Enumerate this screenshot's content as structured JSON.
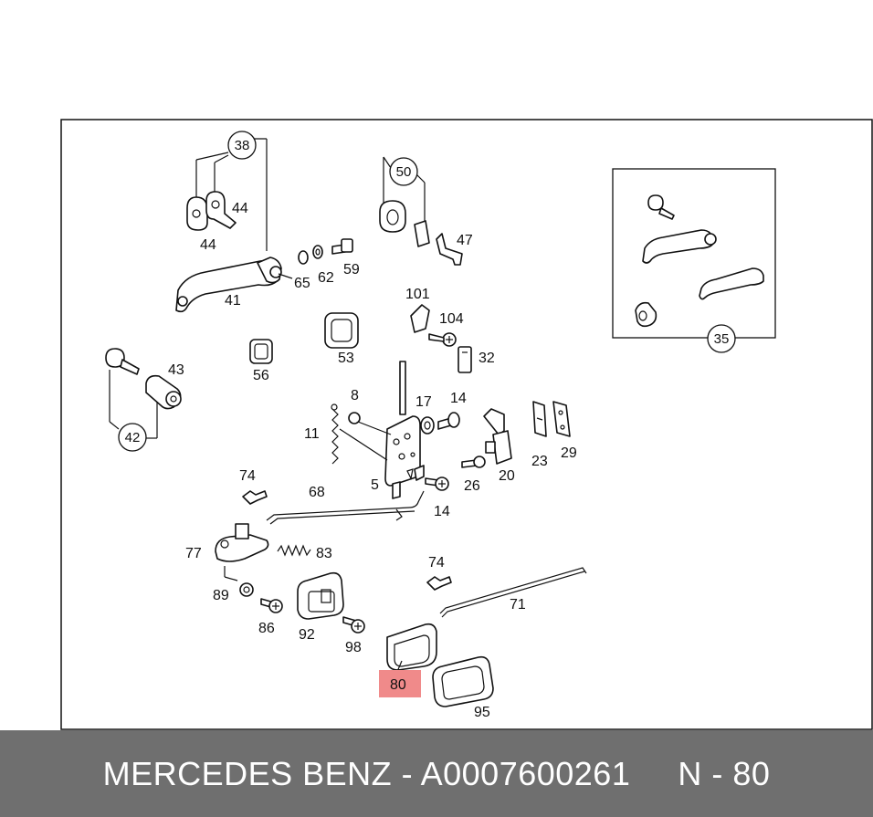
{
  "labels": {
    "l38": "38",
    "l44a": "44",
    "l44b": "44",
    "l41": "41",
    "l65": "65",
    "l62": "62",
    "l59": "59",
    "l50": "50",
    "l47": "47",
    "l101": "101",
    "l104": "104",
    "l32": "32",
    "l53": "53",
    "l56": "56",
    "l43": "43",
    "l42": "42",
    "l8": "8",
    "l17": "17",
    "l14a": "14",
    "l11": "11",
    "l5": "5",
    "l26": "26",
    "l14b": "14",
    "l20": "20",
    "l23": "23",
    "l29": "29",
    "l74a": "74",
    "l68": "68",
    "l77": "77",
    "l83": "83",
    "l89": "89",
    "l86": "86",
    "l92": "92",
    "l98": "98",
    "l74b": "74",
    "l71": "71",
    "l80": "80",
    "l95": "95",
    "l35": "35"
  },
  "highlight_color": "#f08a8a",
  "footer": {
    "brand_part": "MERCEDES BENZ - A0007600261",
    "ref": "N - 80"
  }
}
